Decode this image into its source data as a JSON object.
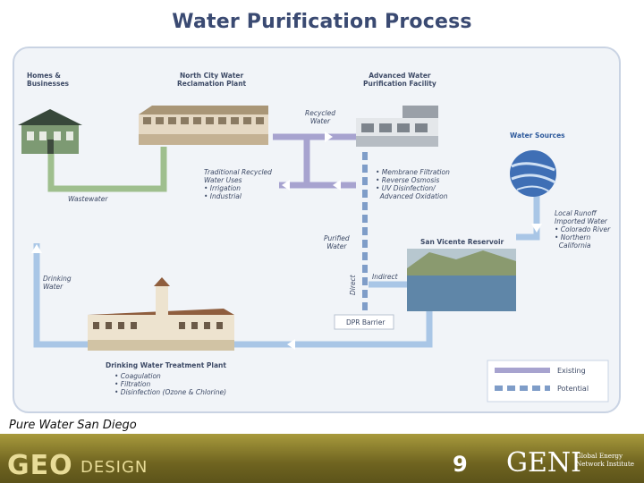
{
  "title": "Water Purification Process",
  "labels": {
    "homes": [
      "Homes &",
      "Businesses"
    ],
    "north_city": [
      "North City Water",
      "Reclamation Plant"
    ],
    "advanced_facility": [
      "Advanced Water",
      "Purification Facility"
    ],
    "recycled_water": [
      "Recycled",
      "Water"
    ],
    "water_sources": "Water Sources",
    "membrane": [
      "• Membrane Filtration",
      "• Reverse Osmosis",
      "• UV Disinfection/",
      "  Advanced Oxidation"
    ],
    "traditional": [
      "Traditional Recycled",
      "Water Uses",
      "• Irrigation",
      "• Industrial"
    ],
    "wastewater": "Wastewater",
    "local_runoff": [
      "Local Runoff",
      "Imported Water",
      "• Colorado River",
      "• Northern",
      "  California"
    ],
    "purified_water": [
      "Purified",
      "Water"
    ],
    "reservoir": "San Vicente Reservoir",
    "drinking_water": [
      "Drinking",
      "Water"
    ],
    "indirect": "Indirect",
    "direct": "Direct",
    "dpr_barrier": "DPR Barrier",
    "treatment_plant": "Drinking Water Treatment Plant",
    "treatment_steps": [
      "• Coagulation",
      "• Filtration",
      "• Disinfection (Ozone & Chlorine)"
    ]
  },
  "legend": {
    "existing": "Existing",
    "potential": "Potential"
  },
  "colors": {
    "green_flow": "#9fbf8e",
    "purple_flow": "#a7a3cf",
    "blue_flow": "#a9c6e6",
    "title": "#3a4a72"
  },
  "caption": "Pure Water San Diego",
  "footer": {
    "geo": "GEO",
    "design": "DESIGN",
    "page_number": "9",
    "geni": "GENI",
    "geni_sub": [
      "Global Energy",
      "Network Institute"
    ]
  }
}
